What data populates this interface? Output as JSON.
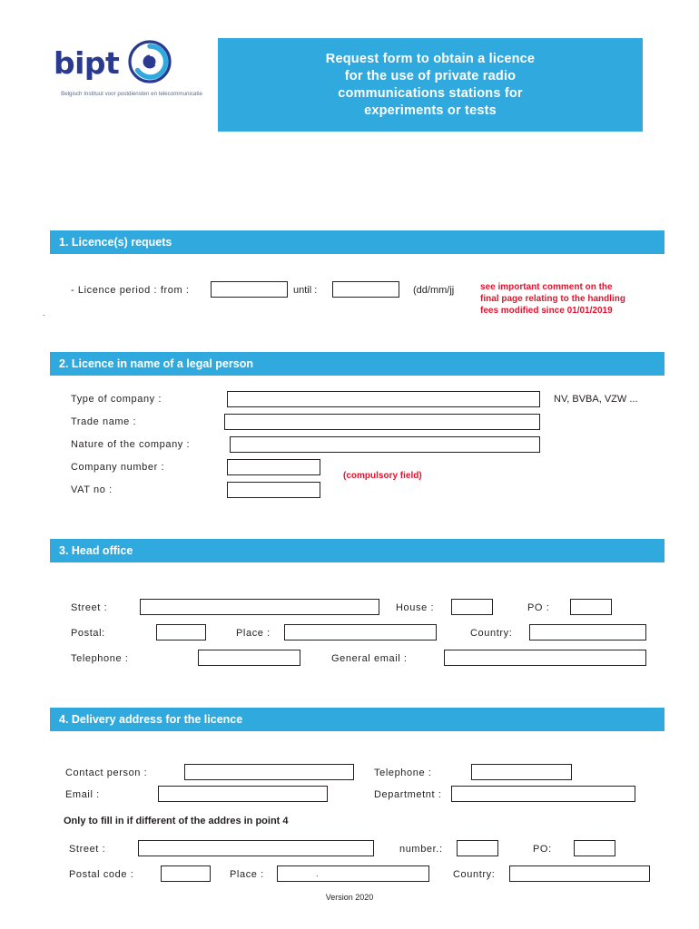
{
  "header": {
    "logo_word": "bipt",
    "logo_sub": "Belgisch Instituut voor\npostdiensten en telecommunicatie",
    "title": "Request form to obtain a licence\nfor the use of private radio\ncommunications stations for\nexperiments or tests"
  },
  "sections": {
    "s1": {
      "bar": "1. Licence(s) requets",
      "licence_period_label": "- Licence period :  from :",
      "until_label": "until :",
      "format_hint": "(dd/mm/jj",
      "red_note": "see important comment on the\nfinal page relating to the handling\nfees modified since 01/01/2019",
      "from_value": "",
      "until_value": ""
    },
    "s2": {
      "bar": "2.  Licence in name of a legal person",
      "rows": [
        {
          "label": "Type of company :",
          "value": ""
        },
        {
          "label": "Trade name :",
          "value": ""
        },
        {
          "label": "Nature of the company :",
          "value": ""
        },
        {
          "label": "Company number :",
          "value": ""
        },
        {
          "label": "VAT no :",
          "value": ""
        }
      ],
      "side_note": "NV, BVBA, VZW ...",
      "compulsory_note": "(compulsory field)"
    },
    "s3": {
      "bar": "3.  Head office",
      "street_label": "Street :",
      "house_label": "House :",
      "po_label": "PO :",
      "postal_label": "Postal:",
      "place_label": "Place :",
      "country_label": "Country:",
      "telephone_label": "Telephone :",
      "email_label": "General email :",
      "street_value": "",
      "house_value": "",
      "po_value": "",
      "postal_value": "",
      "place_value": "",
      "country_value": "",
      "telephone_value": "",
      "email_value": ""
    },
    "s4": {
      "bar": "4. Delivery address for the licence",
      "contact_label": "Contact person :",
      "telephone_label": "Telephone :",
      "email_label": "Email :",
      "department_label": "Departmetnt :",
      "only_note": "Only to fill in if different of the addres in point  4",
      "street_label": "Street :",
      "number_label": "number.:",
      "po_label": "PO:",
      "postal_label": "Postal code :",
      "place_label": "Place :",
      "country_label": "Country:",
      "contact_value": "",
      "telephone_value": "",
      "email_value": "",
      "department_value": "",
      "street_value": "",
      "number_value": "",
      "po_value": "",
      "postal_value": "",
      "place_value": ".",
      "country_value": ""
    }
  },
  "footer": {
    "version": "Version 2020"
  },
  "colors": {
    "accent": "#30aade",
    "red": "#e8112d",
    "logo_blue": "#2a3b8f"
  }
}
